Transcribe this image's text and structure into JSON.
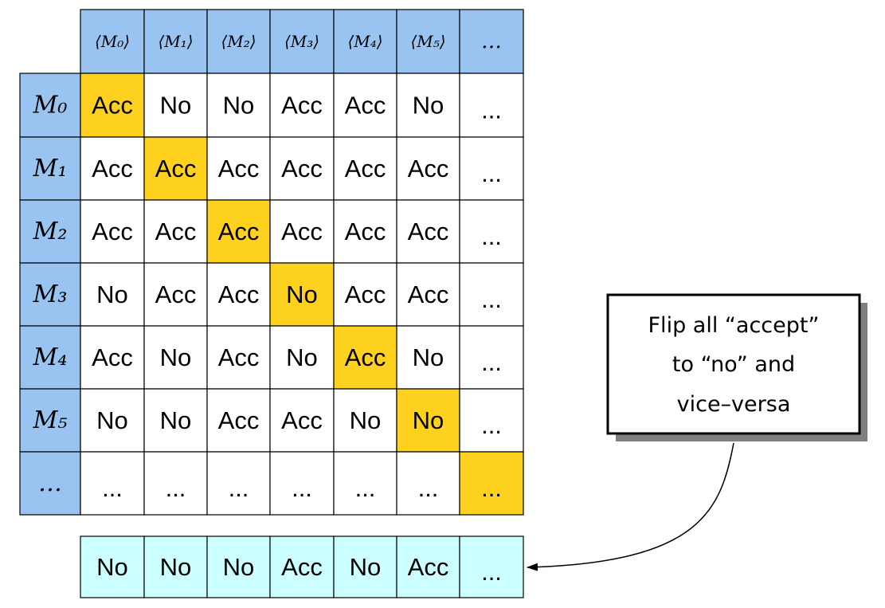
{
  "colors": {
    "header": "#99c4f2",
    "diagonal": "#ffd11f",
    "cell": "#ffffff",
    "result": "#ccffff",
    "border": "#000000",
    "shadow": "#808080"
  },
  "table": {
    "column_headers": [
      "⟨M₀⟩",
      "⟨M₁⟩",
      "⟨M₂⟩",
      "⟨M₃⟩",
      "⟨M₄⟩",
      "⟨M₅⟩",
      "…"
    ],
    "rows": [
      {
        "header": "M₀",
        "cells": [
          "Acc",
          "No",
          "No",
          "Acc",
          "Acc",
          "No",
          "..."
        ]
      },
      {
        "header": "M₁",
        "cells": [
          "Acc",
          "Acc",
          "Acc",
          "Acc",
          "Acc",
          "Acc",
          "..."
        ]
      },
      {
        "header": "M₂",
        "cells": [
          "Acc",
          "Acc",
          "Acc",
          "Acc",
          "Acc",
          "Acc",
          "..."
        ]
      },
      {
        "header": "M₃",
        "cells": [
          "No",
          "Acc",
          "Acc",
          "No",
          "Acc",
          "Acc",
          "..."
        ]
      },
      {
        "header": "M₄",
        "cells": [
          "Acc",
          "No",
          "Acc",
          "No",
          "Acc",
          "No",
          "..."
        ]
      },
      {
        "header": "M₅",
        "cells": [
          "No",
          "No",
          "Acc",
          "Acc",
          "No",
          "No",
          "..."
        ]
      },
      {
        "header": "…",
        "cells": [
          "...",
          "...",
          "...",
          "...",
          "...",
          "...",
          "..."
        ]
      }
    ]
  },
  "result_row": [
    "No",
    "No",
    "No",
    "Acc",
    "No",
    "Acc",
    "..."
  ],
  "note": {
    "lines": [
      "Flip all “accept”",
      "to “no” and",
      "vice–versa"
    ]
  }
}
